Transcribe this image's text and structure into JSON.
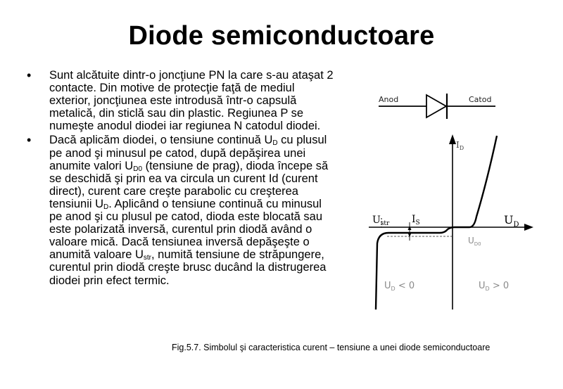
{
  "slide": {
    "title": "Diode semiconductoare",
    "bullets": [
      {
        "parts": [
          {
            "t": "Sunt alcătuite dintr-o joncţiune PN la care s-au ataşat 2 contacte. Din motive de protecţie faţă de mediul exterior, joncţiunea este introdusă într-o capsulă metalică, din sticlă sau din plastic. Regiunea P se numeşte anodul diodei iar regiunea N catodul diodei."
          }
        ]
      },
      {
        "parts": [
          {
            "t": "Dacă aplicăm diodei, o tensiune continuă U"
          },
          {
            "sub": "D"
          },
          {
            "t": " cu plusul pe anod şi minusul pe catod, după depăşirea unei anumite valori U"
          },
          {
            "sub": "D0"
          },
          {
            "t": " (tensiune de prag), dioda începe să se deschidă şi prin ea va circula un curent Id (curent direct), curent care creşte parabolic cu creşterea tensiunii U"
          },
          {
            "sub": "D"
          },
          {
            "t": ". Aplicând o tensiune continuă cu minusul pe anod şi cu plusul pe catod, dioda este blocată sau este polarizată inversă, curentul prin diodă având o valoare mică. Dacă tensiunea inversă depăşeşte o anumită valoare U"
          },
          {
            "sub": "str"
          },
          {
            "t": ", numită tensiune de străpungere, curentul prin diodă creşte brusc ducând la distrugerea diodei prin efect termic."
          }
        ]
      }
    ],
    "caption": "Fig.5.7. Simbolul şi caracteristica curent – tensiune a unei diode semiconductoare"
  },
  "symbol": {
    "anode_label": "Anod",
    "cathode_label": "Catod"
  },
  "chart_data": {
    "type": "line",
    "axis_x_label": "U",
    "axis_x_sub": "D",
    "axis_y_label": "I",
    "axis_y_sub": "D",
    "labels": {
      "breakdown": {
        "main": "U",
        "sub": "str"
      },
      "reverse_current": {
        "main": "I",
        "sub": "S"
      },
      "threshold": {
        "main": "U",
        "sub": "D0"
      },
      "region_reverse": {
        "main": "U",
        "sub": "D",
        "rest": " < 0"
      },
      "region_forward": {
        "main": "U",
        "sub": "D",
        "rest": " > 0"
      }
    },
    "colors": {
      "curve": "#000000",
      "gray_text": "#8a8a8a",
      "dashed": "#555555"
    }
  }
}
